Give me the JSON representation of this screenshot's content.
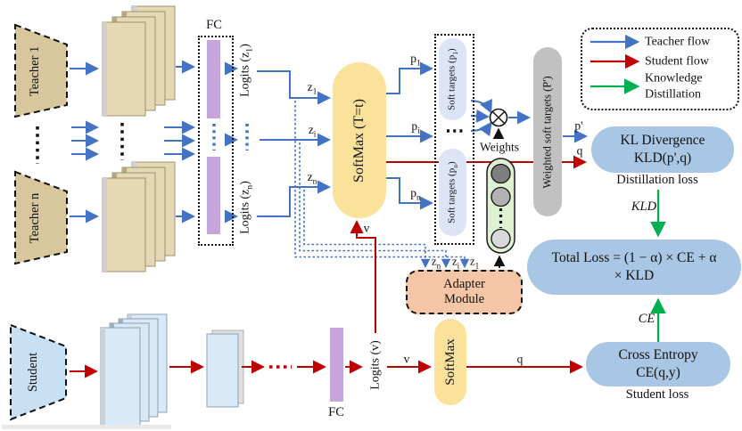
{
  "colors": {
    "teacher_flow": "#4472C4",
    "student_flow": "#C00000",
    "knowledge_distillation": "#00B050",
    "loss_box": "#A9C7E4",
    "softmax_fill": "#FBE29B",
    "adapter_fill": "#F5C6A5",
    "weighted_fill": "#C1C1C1",
    "soft_target_fill": "#DCE4F6"
  },
  "legend": {
    "items": [
      {
        "label": "Teacher flow"
      },
      {
        "label": "Student flow"
      },
      {
        "label": "Knowledge Distillation"
      }
    ]
  },
  "teacher_section": {
    "teacher1": "Teacher 1",
    "teacher_n": "Teacher n",
    "fc": "FC",
    "logits1": {
      "pre": "Logits (z",
      "sub": "1",
      "post": ")"
    },
    "logits_n": {
      "pre": "Logits (z",
      "sub": "n",
      "post": ")"
    },
    "softmax_t": "SoftMax (T=t)"
  },
  "flow_labels": {
    "z1": {
      "base": "z",
      "sub": "1"
    },
    "zi": {
      "base": "z",
      "sub": "i"
    },
    "zn": {
      "base": "z",
      "sub": "n"
    },
    "p1": {
      "base": "p",
      "sub": "1"
    },
    "pi": {
      "base": "p",
      "sub": "i"
    },
    "pn": {
      "base": "p",
      "sub": "n"
    },
    "p_prime": "p'",
    "q_top": "q",
    "q_bottom": "q",
    "v_top": "v",
    "v_bottom": "v"
  },
  "soft_targets": {
    "st1": {
      "pre": "Soft targets (p",
      "sub": "1",
      "post": ")"
    },
    "stn": {
      "pre": "Soft targets (p",
      "sub": "n",
      "post": ")"
    },
    "weights": "Weights",
    "weighted": "Weighted soft targets (P')"
  },
  "adapter": {
    "line1": "Adapter",
    "line2": "Module",
    "in_z1": {
      "base": "z",
      "sub": "1"
    },
    "in_zi": {
      "base": "z",
      "sub": "i"
    },
    "in_zn": {
      "base": "z",
      "sub": "n"
    }
  },
  "losses": {
    "kl": {
      "line1": "KL Divergence",
      "line2": "KLD(p',q)",
      "caption": "Distillation loss",
      "edge": "KLD"
    },
    "total": {
      "line1": "Total Loss = (1 − α) × CE + α",
      "line2": "× KLD"
    },
    "ce": {
      "line1": "Cross Entropy",
      "line2": "CE(q,y)",
      "caption": "Student loss",
      "edge": "CE"
    }
  },
  "student_section": {
    "student": "Student",
    "fc": "FC",
    "logits_v": "Logits (v)",
    "softmax": "SoftMax"
  }
}
